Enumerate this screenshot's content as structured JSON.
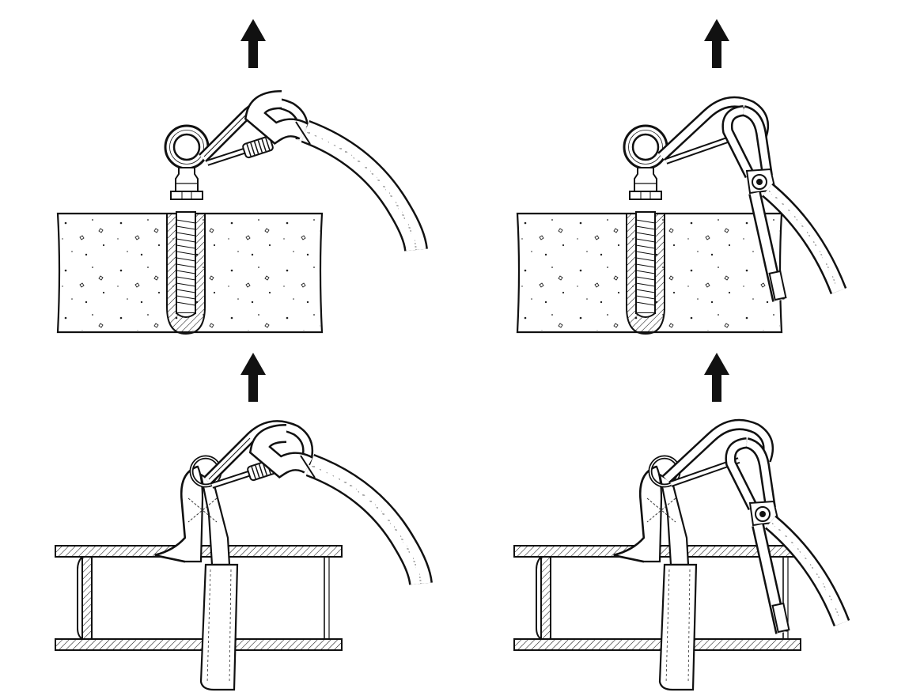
{
  "colors": {
    "ink": "#111111",
    "paper": "#ffffff",
    "shade": "#e9e9e9"
  },
  "panels": [
    {
      "id": "top-left",
      "anchor": "eye-bolt-in-concrete",
      "connector": "screw-gate-carabiner",
      "lanyard": "webbing-lanyard",
      "arrow": "arrow-up-icon"
    },
    {
      "id": "top-right",
      "anchor": "eye-bolt-in-concrete",
      "connector": "carabiner",
      "lanyard": "rope-lanyard-with-thimble",
      "arrow": "arrow-up-icon"
    },
    {
      "id": "bottom-left",
      "anchor": "webbing-sling-on-i-beam",
      "connector": "screw-gate-carabiner",
      "lanyard": "webbing-lanyard",
      "arrow": "arrow-up-icon"
    },
    {
      "id": "bottom-right",
      "anchor": "webbing-sling-on-i-beam",
      "connector": "carabiner",
      "lanyard": "rope-lanyard-with-thimble",
      "arrow": "arrow-up-icon"
    }
  ]
}
